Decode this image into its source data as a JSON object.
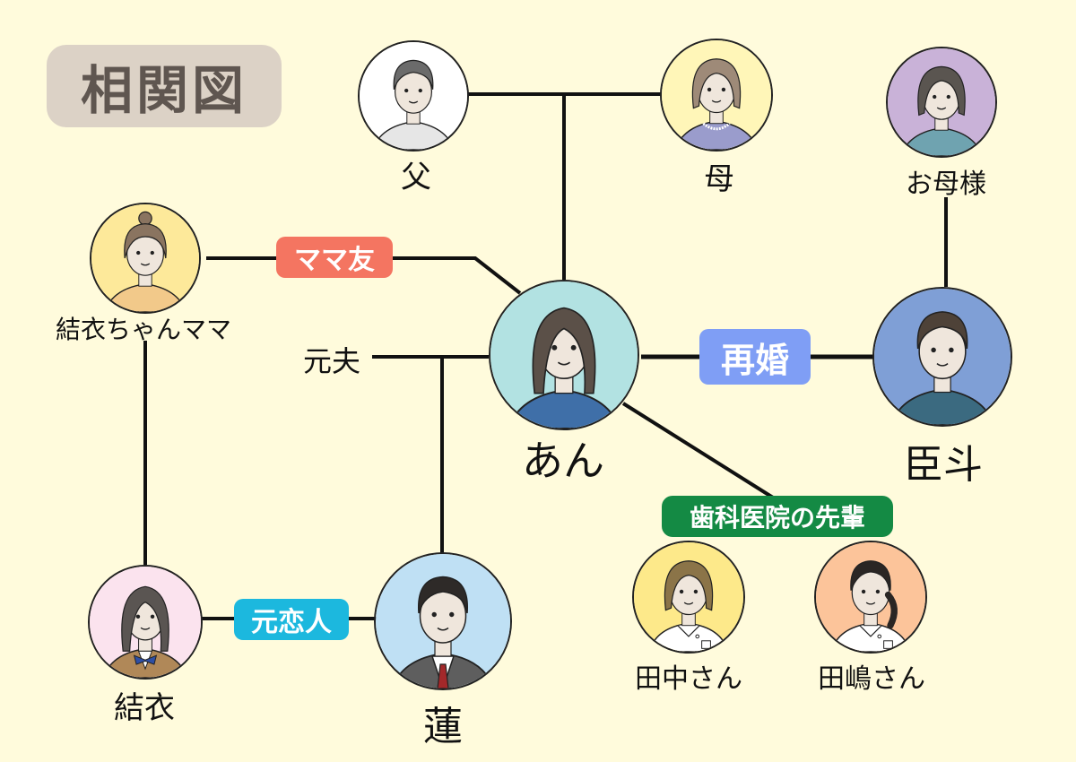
{
  "title": "相関図",
  "people": {
    "father": {
      "name": "父",
      "bg": "#ffffff",
      "hair": "#6b6b6b",
      "shirt": "#e6e6e6"
    },
    "mother": {
      "name": "母",
      "bg": "#fff6b8",
      "hair": "#9e8a78",
      "shirt": "#9a9ccc"
    },
    "okaasama": {
      "name": "お母様",
      "bg": "#c9b2d8",
      "hair": "#5a5550",
      "shirt": "#6fa3b0"
    },
    "yui_mama": {
      "name": "結衣ちゃんママ",
      "bg": "#fde99a",
      "hair": "#8a7460",
      "shirt": "#f2c98a"
    },
    "motootto": {
      "name": "元夫"
    },
    "an": {
      "name": "あん",
      "bg": "#b2e2e2",
      "hair": "#5b5048",
      "shirt": "#3f6fa8"
    },
    "omito": {
      "name": "臣斗",
      "bg": "#7f9fd6",
      "hair": "#4e4238",
      "shirt": "#3b6a80"
    },
    "tanaka": {
      "name": "田中さん",
      "bg": "#fde98a",
      "hair": "#8b7448",
      "shirt": "#ffffff"
    },
    "tajima": {
      "name": "田嶋さん",
      "bg": "#fcc49a",
      "hair": "#2a2624",
      "shirt": "#ffffff"
    },
    "yui": {
      "name": "結衣",
      "bg": "#fbe3ee",
      "hair": "#5a5552",
      "shirt": "#b08858"
    },
    "ren": {
      "name": "蓮",
      "bg": "#bfe0f4",
      "hair": "#2e2a28",
      "shirt": "#5e5e5e"
    }
  },
  "relations": {
    "mama_tomo": {
      "label": "ママ友",
      "color": "#f47561"
    },
    "saikon": {
      "label": "再婚",
      "color": "#7f9ef5"
    },
    "shika_senpai": {
      "label": "歯科医院の先輩",
      "color": "#148a44"
    },
    "moto_koibito": {
      "label": "元恋人",
      "color": "#1cb8de"
    }
  },
  "colors": {
    "background": "#fffbdc",
    "line": "#111111",
    "title_box": "#dcd2c6",
    "title_text": "#5f5650"
  }
}
